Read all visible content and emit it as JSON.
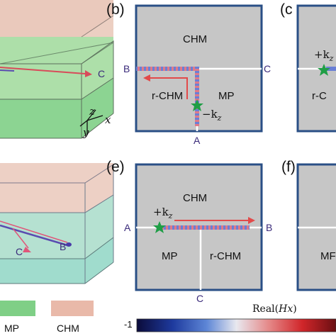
{
  "panels": {
    "b": {
      "label": "(b)",
      "regions": {
        "top": "CHM",
        "left": "r-CHM",
        "right": "MP"
      },
      "ports": {
        "left": "B",
        "right": "C",
        "bottom": "A"
      },
      "source": "−k",
      "source_sub": "z"
    },
    "c": {
      "label": "(c",
      "region_partial": "r-C",
      "source": "+k",
      "source_sub": "z"
    },
    "e": {
      "label": "(e)",
      "regions": {
        "top": "CHM",
        "left": "MP",
        "right": "r-CHM"
      },
      "ports": {
        "left": "A",
        "right": "B",
        "bottom": "C"
      },
      "source": "+k",
      "source_sub": "z"
    },
    "f": {
      "label": "(f)",
      "region_partial": "MF"
    }
  },
  "structure_3d": {
    "top_ports": [
      "C"
    ],
    "bottom_ports": [
      "C",
      "B"
    ],
    "axes": [
      "z",
      "x",
      "y"
    ]
  },
  "legend": {
    "items": [
      {
        "label": "MP",
        "color": "#7fcf86"
      },
      {
        "label": "CHM",
        "color": "#e9b9a9"
      }
    ]
  },
  "colorbar": {
    "title": "Real(",
    "title_var": "Hx",
    "title_close": ")",
    "min_label": "-1",
    "colors": [
      "#0b0b3a",
      "#1e3a9e",
      "#5d86d6",
      "#e8e8ef",
      "#e58a8a",
      "#d1262a",
      "#6a0f12"
    ]
  },
  "colors": {
    "panel_border": "#2a4f86",
    "panel_fill": "#c6c6c6",
    "wall": "#ffffff",
    "arrow": "#e24a4a",
    "star": "#1f9e46",
    "port_text": "#3a2a7a"
  }
}
